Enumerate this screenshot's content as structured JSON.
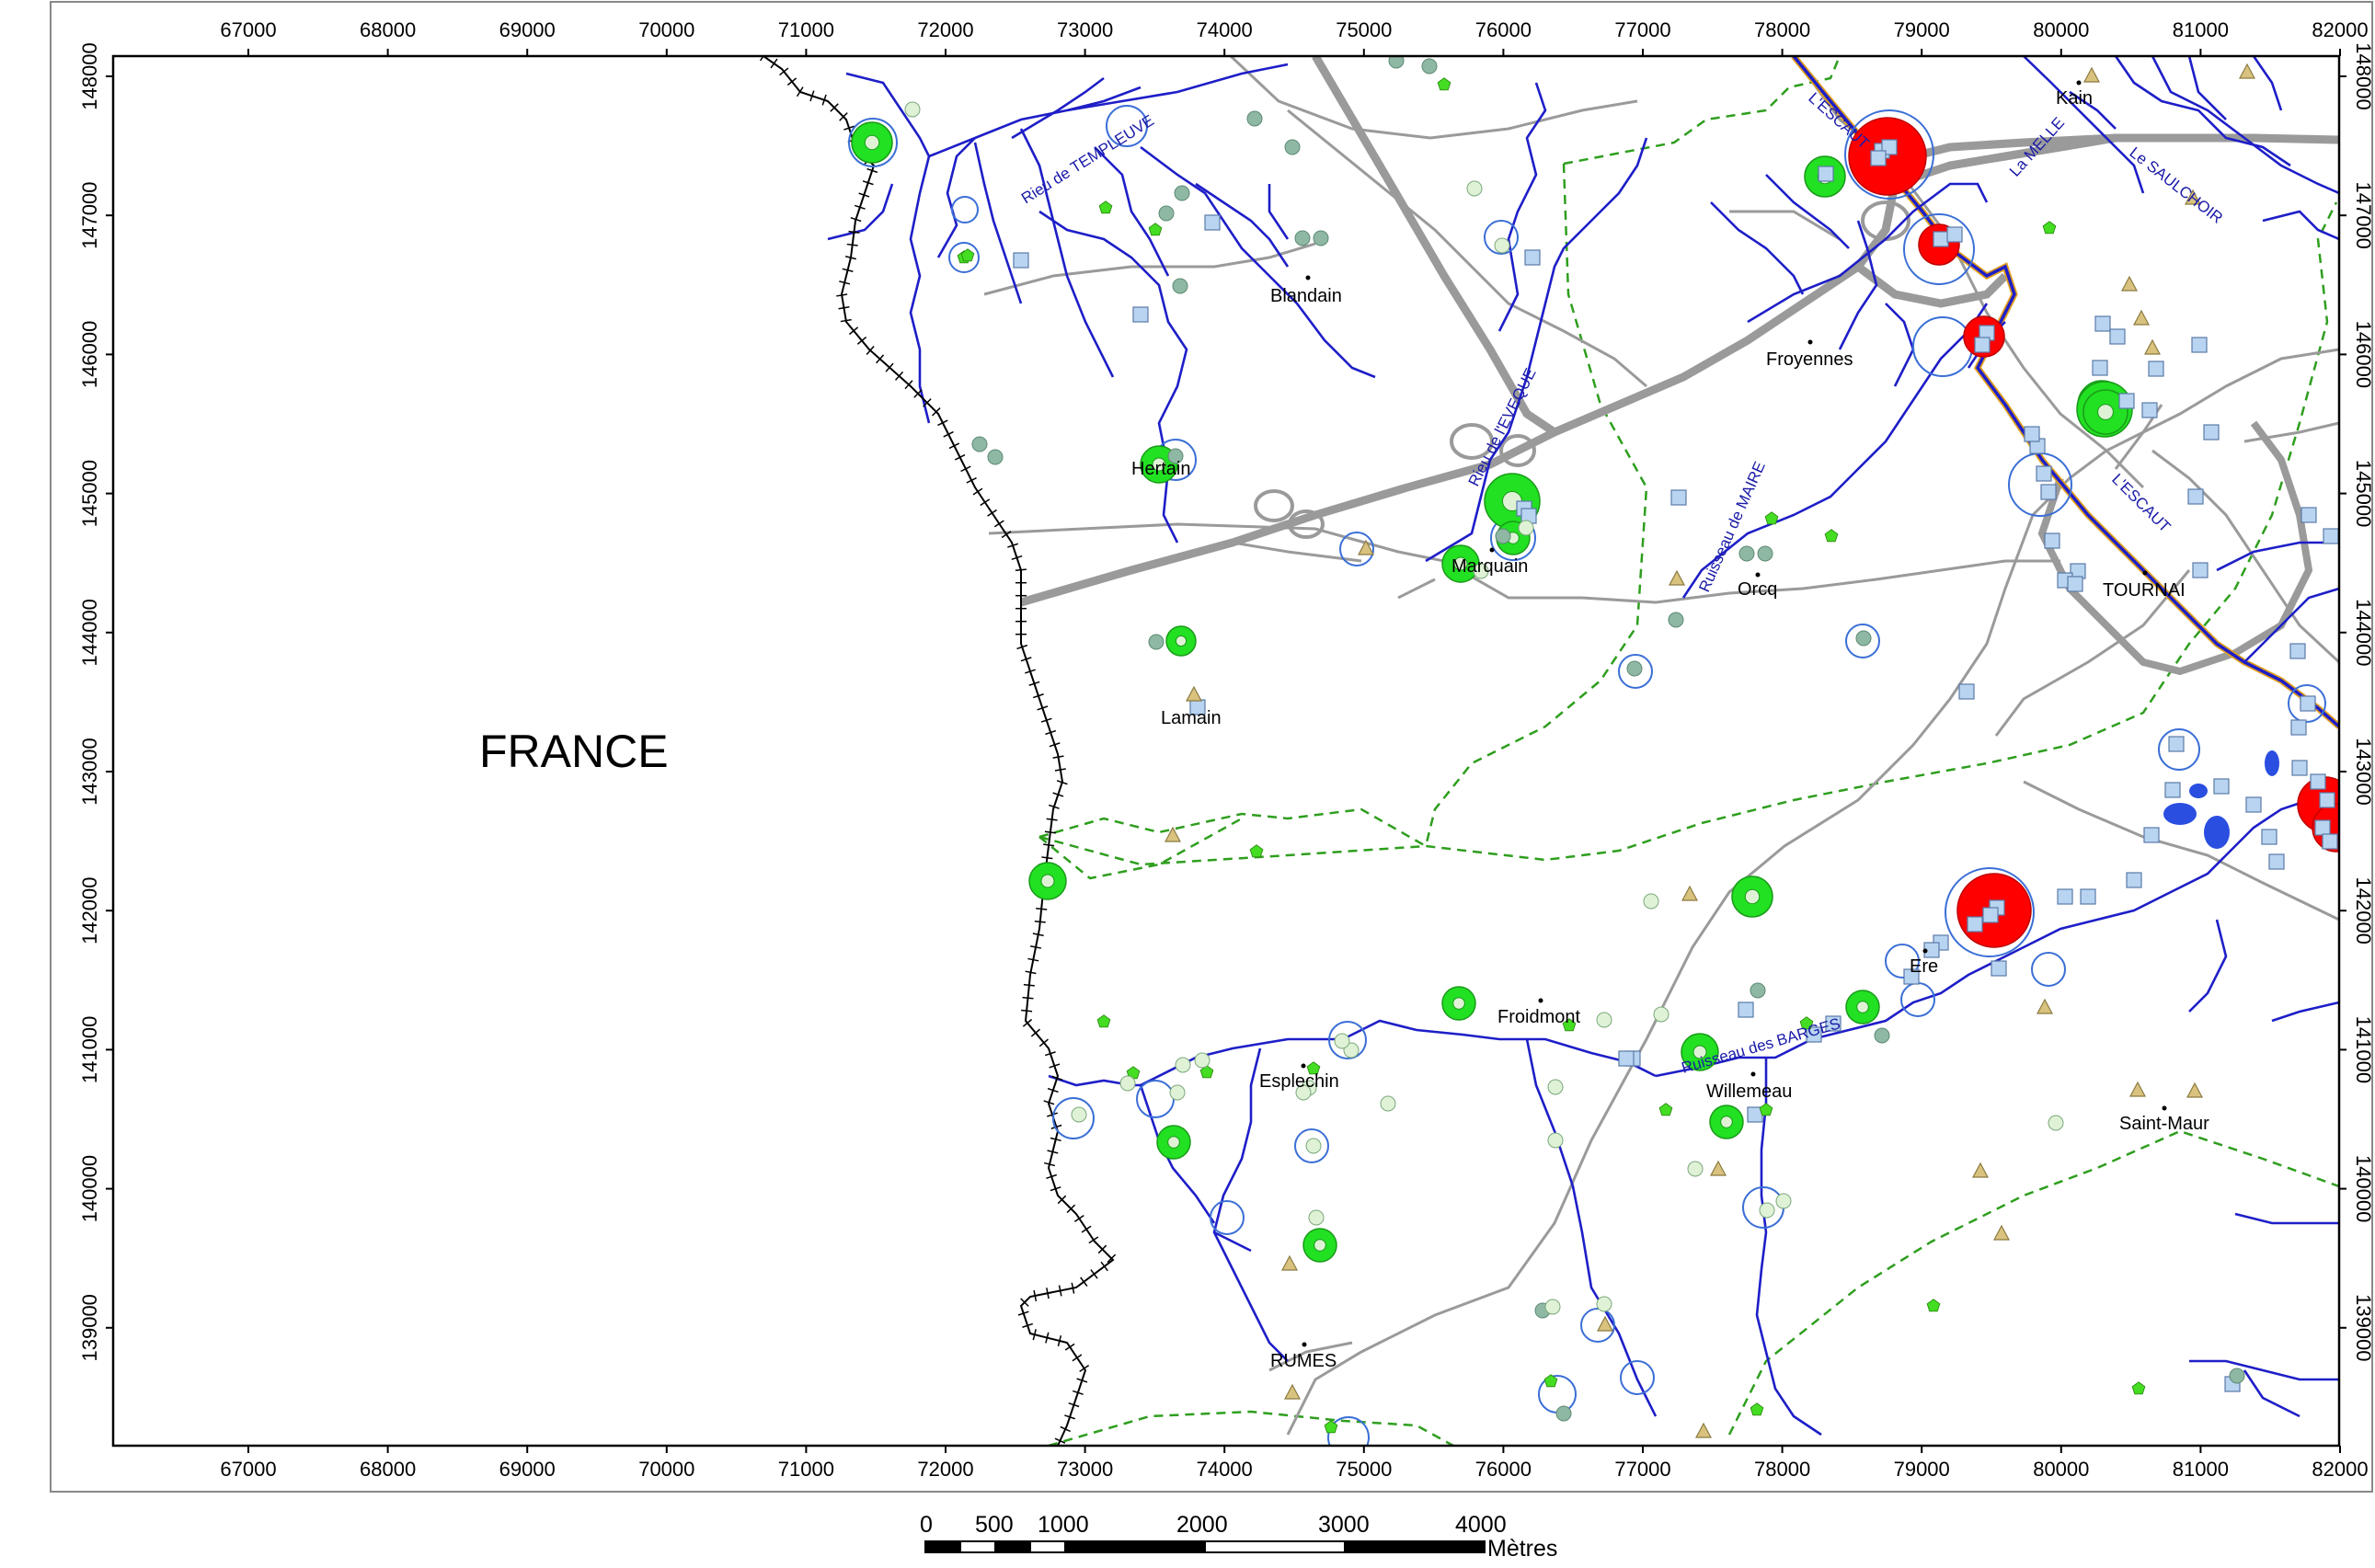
{
  "map": {
    "country_label": "FRANCE",
    "x_ticks": [
      "67000",
      "68000",
      "69000",
      "70000",
      "71000",
      "72000",
      "73000",
      "74000",
      "75000",
      "76000",
      "77000",
      "78000",
      "79000",
      "80000",
      "81000",
      "82000"
    ],
    "y_ticks": [
      "148000",
      "147000",
      "146000",
      "145000",
      "144000",
      "143000",
      "142000",
      "141000",
      "140000",
      "139000"
    ],
    "places": {
      "kain": "Kain",
      "blandain": "Blandain",
      "froyennes": "Froyennes",
      "hertain": "Hertain",
      "marquain": "Marquain",
      "orcq": "Orcq",
      "tournai": "TOURNAI",
      "lamain": "Lamain",
      "ere": "Ere",
      "froidmont": "Froidmont",
      "esplechin": "Esplechin",
      "willemeau": "Willemeau",
      "saint_maur": "Saint-Maur",
      "rumes": "RUMES"
    },
    "rivers": {
      "templeuve": "Rieu de TEMPLEUVE",
      "escaut_north": "L'ESCAUT",
      "escaut_south": "L'ESCAUT",
      "melle": "La MELLE",
      "saulchoir": "Le SAULCHOIR",
      "eveque": "Rieu de l'EVEQUE",
      "maire": "Ruisseau de MAIRE",
      "barges": "Ruisseau des BARGES"
    },
    "colors": {
      "river": "#1e1ec8",
      "road": "#9a9a9a",
      "highway": "#9a9a9a",
      "boundary_dashed": "#2e9e1e",
      "border": "#000000",
      "symbol_red": "#ff0000",
      "symbol_green": "#22e022",
      "symbol_blue_ring": "#3b6fd6",
      "symbol_square": "#b8d4f0",
      "symbol_triangle": "#d9c27e",
      "symbol_pentagon": "#44dd22",
      "symbol_grey_dot": "#8fb8a4",
      "symbol_pale_dot": "#dff2d6",
      "lake": "#2a4ee0"
    }
  },
  "scale_bar": {
    "labels": [
      "0",
      "500",
      "1000",
      "2000",
      "3000",
      "4000"
    ],
    "unit": "Mètres"
  }
}
